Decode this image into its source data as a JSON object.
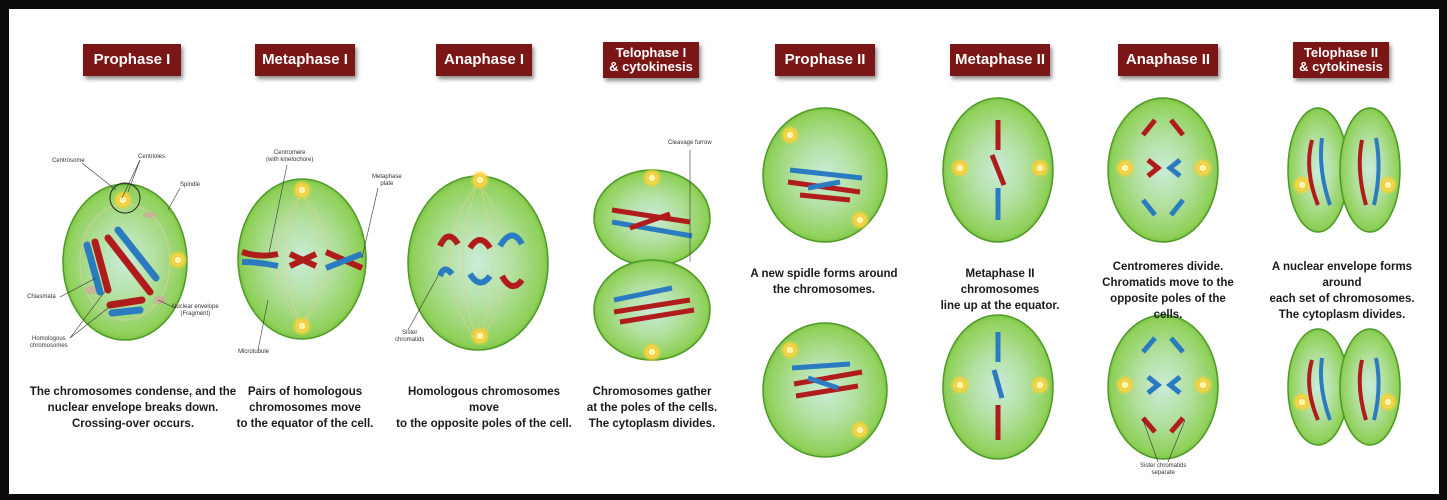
{
  "colors": {
    "frame": "#0b0b0b",
    "header_bg": "#7a1616",
    "cell_green": "#8fd15a",
    "chromosome_red": "#b01c1c",
    "chromosome_blue": "#2b7bc0",
    "centrosome_yellow": "#f4d23a"
  },
  "headers": {
    "prophase1": "Prophase I",
    "metaphase1": "Metaphase I",
    "anaphase1": "Anaphase I",
    "telophase1": "Telophase I\n& cytokinesis",
    "prophase2": "Prophase II",
    "metaphase2": "Metaphase II",
    "anaphase2": "Anaphase II",
    "telophase2": "Telophase II\n& cytokinesis"
  },
  "captions": {
    "prophase1": "The chromosomes condense, and the\nnuclear envelope breaks down.\nCrossing-over occurs.",
    "metaphase1": "Pairs of homologous\nchromosomes move\nto the equator of the cell.",
    "anaphase1": "Homologous chromosomes move\nto the opposite poles of the cell.",
    "telophase1": "Chromosomes gather\nat the poles of the cells.\nThe cytoplasm divides.",
    "prophase2": "A new spidle forms around\nthe chromosomes.",
    "metaphase2": "Metaphase II  chromosomes\nline up at the equator.",
    "anaphase2": "Centromeres divide.\nChromatids move to the\nopposite poles of the cells.",
    "telophase2": "A nuclear envelope forms around\neach set of chromosomes.\nThe cytoplasm divides."
  },
  "labels": {
    "centrosome": "Centrosome",
    "centrioles": "Centrioles",
    "spindle": "Spindle",
    "chiasmata": "Chiasmata",
    "homologous": "Homologous\nchromosomes",
    "nuclear_envelope": "Nuclear envelope\n(Fragment)",
    "centromere": "Centromere\n(with kinetochore)",
    "metaphase_plate": "Metaphase\nplate",
    "microtubule": "Microtubule",
    "sister_chromatids": "Sister\nchromatids",
    "cleavage_furrow": "Cleavage furrow",
    "sister_chromatids_separate": "Sister chromatids\nseparate"
  }
}
